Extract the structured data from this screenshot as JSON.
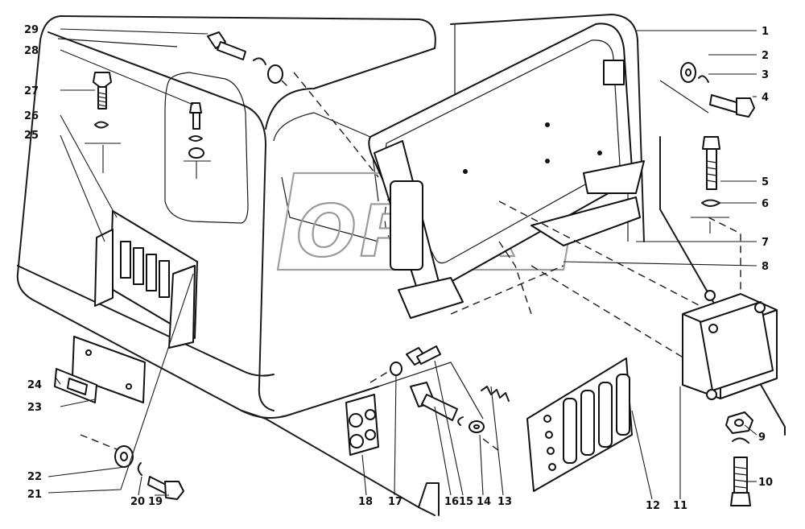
{
  "watermark": "OPEX",
  "callouts": [
    "1",
    "2",
    "3",
    "4",
    "5",
    "6",
    "7",
    "8",
    "9",
    "10",
    "11",
    "12",
    "13",
    "14",
    "15",
    "16",
    "17",
    "18",
    "19",
    "20",
    "21",
    "22",
    "23",
    "24",
    "25",
    "26",
    "27",
    "28",
    "29"
  ]
}
